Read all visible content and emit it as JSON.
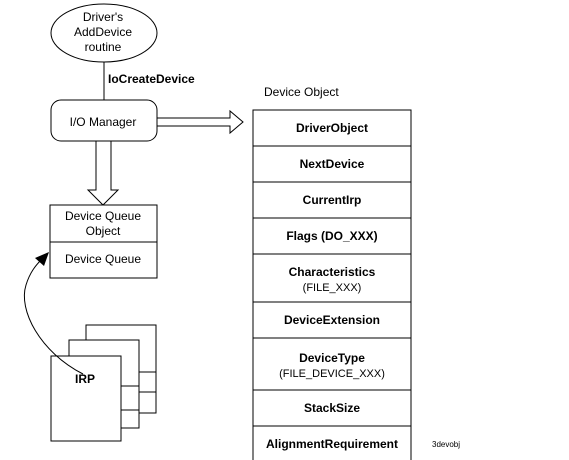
{
  "driver_node": {
    "lines": [
      "Driver's",
      "AddDevice",
      "routine"
    ]
  },
  "io_create_device_label": "IoCreateDevice",
  "io_manager_label": "I/O Manager",
  "device_object_title": "Device Object",
  "device_queue_object": {
    "title_lines": [
      "Device Queue",
      "Object"
    ],
    "queue_label": "Device Queue"
  },
  "irp_label": "IRP",
  "device_object_fields": [
    {
      "name": "DriverObject",
      "sub": ""
    },
    {
      "name": "NextDevice",
      "sub": ""
    },
    {
      "name": "CurrentIrp",
      "sub": ""
    },
    {
      "name": "Flags (DO_XXX)",
      "sub": ""
    },
    {
      "name": "Characteristics",
      "sub": "(FILE_XXX)"
    },
    {
      "name": "DeviceExtension",
      "sub": ""
    },
    {
      "name": "DeviceType",
      "sub": "(FILE_DEVICE_XXX)"
    },
    {
      "name": "StackSize",
      "sub": ""
    },
    {
      "name": "AlignmentRequirement",
      "sub": ""
    }
  ],
  "figure_id": "3devobj"
}
